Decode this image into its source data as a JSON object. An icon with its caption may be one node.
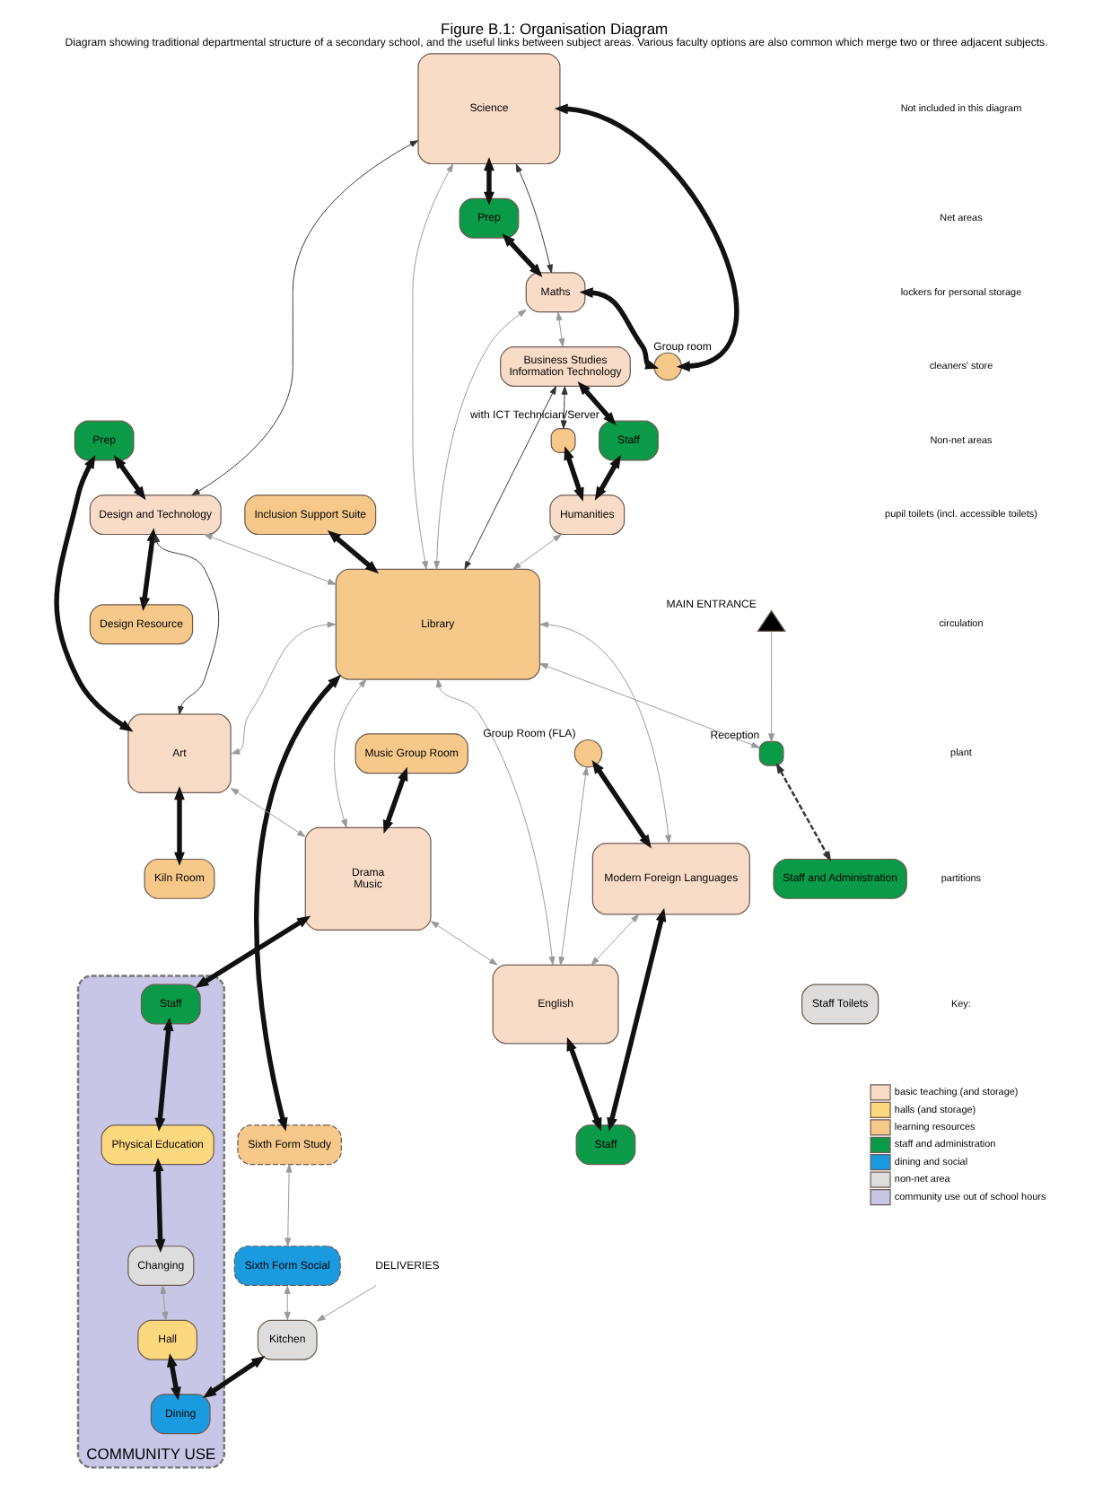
{
  "diagram": {
    "title": "Figure B.1: Organisation Diagram",
    "caption": "Diagram showing traditional departmental structure of a secondary school, and the useful links between subject areas. Various faculty options are also common which merge two or three adjacent subjects.",
    "nodes": [
      {
        "text": [
          "Science"
        ]
      },
      {
        "text": [
          "Prep"
        ]
      },
      {
        "text": [
          "Maths"
        ]
      },
      {
        "text": [],
        "shape": "circle",
        "beside": [
          "Group room"
        ]
      },
      {
        "text": [
          "Design and Technology"
        ]
      },
      {
        "text": [
          "Design Resource"
        ]
      },
      {
        "text": [
          "Business Studies",
          "Information Technology"
        ]
      },
      {
        "text": [
          "Staff"
        ],
        "beside": [
          "with ICT Technician/Server"
        ]
      },
      {
        "text": [],
        "shape": "box"
      },
      {
        "text": [
          "Humanities"
        ]
      },
      {
        "text": [
          "Inclusion Support Suite"
        ]
      },
      {
        "text": [
          "Library"
        ]
      },
      {
        "text": [
          "Sixth Form Study"
        ]
      },
      {
        "text": [
          "Prep"
        ]
      },
      {
        "text": [
          "Art"
        ]
      },
      {
        "text": [
          "Kiln Room"
        ]
      },
      {
        "text": [],
        "shape": "circle",
        "beside": [
          "Group Room (FLA)"
        ]
      },
      {
        "text": [
          "Modern Foreign Languages"
        ]
      },
      {
        "text": [
          "Sixth Form Social"
        ]
      },
      {
        "text": [
          "Drama",
          "Music"
        ]
      },
      {
        "text": [
          "Music Group Room"
        ]
      },
      {
        "text": [
          "English"
        ]
      },
      {
        "text": [
          "Staff"
        ]
      },
      {
        "text": [
          "Kitchen"
        ]
      },
      {
        "text": [
          "COMMUNITY USE"
        ]
      },
      {
        "text": [
          "Staff"
        ],
        "in": 24
      },
      {
        "text": [
          "Physical Education"
        ],
        "in": 24
      },
      {
        "text": [
          "Changing"
        ],
        "in": 24
      },
      {
        "text": [
          "Hall"
        ],
        "in": 24
      },
      {
        "text": [
          "Dining"
        ],
        "in": 24
      },
      {
        "text": [],
        "shape": "box",
        "beside": [
          "Reception"
        ]
      },
      {
        "text": [
          "Staff and Administration"
        ]
      },
      {
        "text": [
          "Staff Toilets"
        ]
      },
      {
        "text": [],
        "shape": "triangle",
        "beside": [
          "MAIN ENTRANCE"
        ]
      },
      {
        "text": [
          "DELIVERIES"
        ]
      }
    ],
    "edges": [
      {
        "from": 0,
        "to": 1,
        "arrow": "both",
        "style": "thick"
      },
      {
        "from": 1,
        "to": 2,
        "arrow": "both",
        "style": "thick"
      },
      {
        "from": 0,
        "to": 2,
        "arrow": "both"
      },
      {
        "from": 2,
        "to": 3,
        "arrow": "both",
        "style": "thick"
      },
      {
        "from": 3,
        "to": 0,
        "arrow": "both",
        "style": "thick"
      },
      {
        "from": 0,
        "to": 4,
        "arrow": "both"
      },
      {
        "from": 0,
        "to": 11,
        "arrow": "both",
        "color": "#999999"
      },
      {
        "from": 2,
        "to": 11,
        "arrow": "both",
        "color": "#999999"
      },
      {
        "from": 2,
        "to": 6,
        "arrow": "both",
        "color": "#999999"
      },
      {
        "from": 4,
        "to": 5,
        "arrow": "both",
        "style": "thick"
      },
      {
        "from": 4,
        "to": 11,
        "arrow": "both",
        "color": "#999999"
      },
      {
        "from": 6,
        "to": 7,
        "arrow": "both",
        "style": "thick"
      },
      {
        "from": 7,
        "to": 9,
        "arrow": "both",
        "style": "thick"
      },
      {
        "from": 6,
        "to": 8,
        "arrow": "both"
      },
      {
        "from": 8,
        "to": 9,
        "arrow": "both",
        "style": "thick"
      },
      {
        "from": 6,
        "to": 11,
        "arrow": "both"
      },
      {
        "from": 9,
        "to": 11,
        "arrow": "both",
        "color": "#999999"
      },
      {
        "from": 10,
        "to": 11,
        "arrow": "both",
        "style": "thick"
      },
      {
        "from": 11,
        "to": 12,
        "arrow": "both",
        "style": "thick"
      },
      {
        "from": 12,
        "to": 18,
        "arrow": "both",
        "color": "#999999"
      },
      {
        "from": 13,
        "to": 4,
        "arrow": "both",
        "style": "thick"
      },
      {
        "from": 13,
        "to": 14,
        "arrow": "both",
        "style": "thick"
      },
      {
        "from": 4,
        "to": 14,
        "arrow": "both"
      },
      {
        "from": 14,
        "to": 15,
        "arrow": "both",
        "style": "thick"
      },
      {
        "from": 11,
        "to": 14,
        "arrow": "both",
        "color": "#999999"
      },
      {
        "from": 11,
        "to": 19,
        "arrow": "both",
        "color": "#999999"
      },
      {
        "from": 11,
        "to": 17,
        "arrow": "both",
        "color": "#999999"
      },
      {
        "from": 11,
        "to": 21,
        "arrow": "both",
        "color": "#999999"
      },
      {
        "from": 14,
        "to": 19,
        "arrow": "both",
        "color": "#999999"
      },
      {
        "from": 16,
        "to": 17,
        "arrow": "both",
        "style": "thick"
      },
      {
        "from": 16,
        "to": 21,
        "arrow": "both",
        "color": "#999999"
      },
      {
        "from": 17,
        "to": 21,
        "arrow": "both",
        "color": "#999999"
      },
      {
        "from": 17,
        "to": 22,
        "arrow": "both",
        "style": "thick"
      },
      {
        "from": 21,
        "to": 22,
        "arrow": "both",
        "style": "thick"
      },
      {
        "from": 18,
        "to": 23,
        "arrow": "both",
        "color": "#999999"
      },
      {
        "from": 20,
        "to": 19,
        "arrow": "both",
        "style": "thick"
      },
      {
        "from": 19,
        "to": 21,
        "arrow": "both",
        "color": "#999999"
      },
      {
        "from": 34,
        "to": 23,
        "arrow": "to",
        "color": "#999999"
      },
      {
        "from": 23,
        "to": 29,
        "arrow": "both",
        "style": "thick"
      },
      {
        "from": 19,
        "to": 25,
        "arrow": "both",
        "style": "thick"
      },
      {
        "from": 25,
        "to": 26,
        "arrow": "both",
        "style": "thick"
      },
      {
        "from": 26,
        "to": 27,
        "arrow": "both",
        "style": "thick"
      },
      {
        "from": 27,
        "to": 28,
        "arrow": "both",
        "color": "#999999"
      },
      {
        "from": 28,
        "to": 29,
        "arrow": "both",
        "style": "thick"
      },
      {
        "from": 11,
        "to": 30,
        "arrow": "both",
        "color": "#999999"
      },
      {
        "from": 30,
        "to": 31,
        "arrow": "both",
        "style": "dashed"
      },
      {
        "from": 33,
        "to": 30,
        "arrow": "to",
        "color": "#999999"
      }
    ],
    "labels": [
      "Not included in this diagram",
      "Net areas",
      "lockers for personal storage",
      "cleaners' store",
      "Non-net areas",
      "pupil toilets (incl. accessible toilets)",
      "circulation",
      "plant",
      "partitions",
      "Key:"
    ],
    "legend": [
      {
        "text": "basic teaching (and storage)",
        "color": "#f9dcc8"
      },
      {
        "text": "halls (and storage)",
        "color": "#fcd97e"
      },
      {
        "text": "learning resources",
        "color": "#f6c98a"
      },
      {
        "text": "staff and administration",
        "color": "#0a9a48"
      },
      {
        "text": "dining and social",
        "color": "#1a9be0"
      },
      {
        "text": "non-net area",
        "color": "#dddddd"
      },
      {
        "text": "community use out of school hours",
        "color": "#c8c6e6"
      }
    ]
  }
}
